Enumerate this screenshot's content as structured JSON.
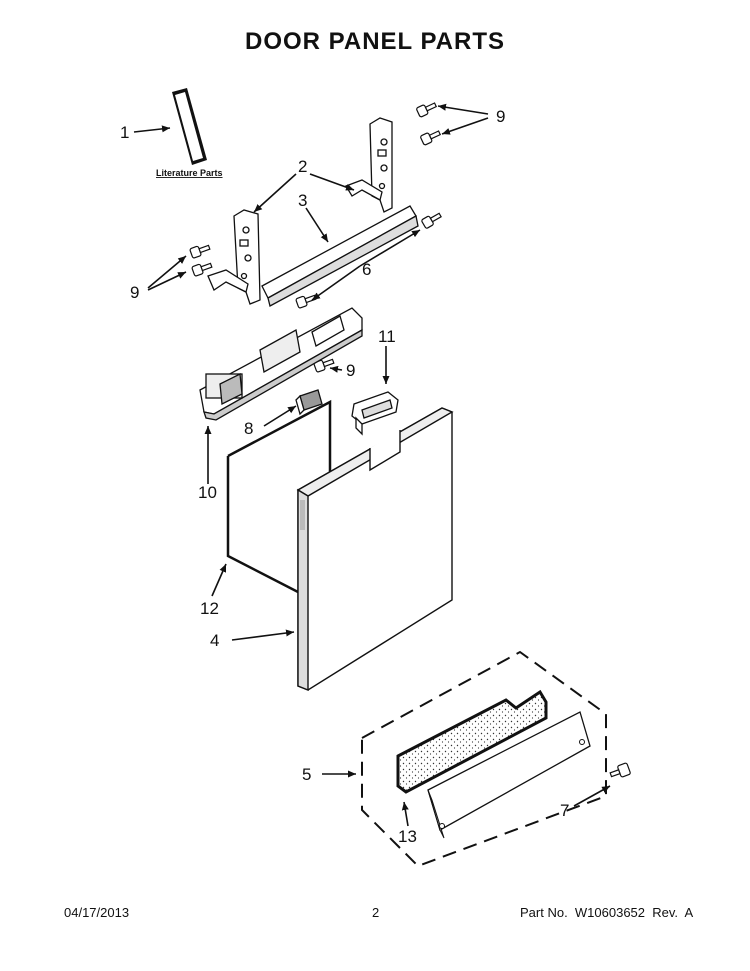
{
  "title": "DOOR PANEL PARTS",
  "literature_label": "Literature Parts",
  "callouts": {
    "c1": "1",
    "c2": "2",
    "c3": "3",
    "c4": "4",
    "c5": "5",
    "c6": "6",
    "c7": "7",
    "c8": "8",
    "c9a": "9",
    "c9b": "9",
    "c9c": "9",
    "c10": "10",
    "c11": "11",
    "c12": "12",
    "c13": "13"
  },
  "footer": {
    "date": "04/17/2013",
    "page": "2",
    "part_no": "Part No.  W10603652  Rev.  A"
  }
}
